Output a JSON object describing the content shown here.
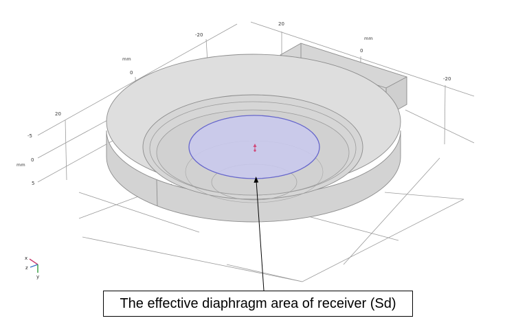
{
  "axis_ticks": {
    "x_top": [
      "-20",
      "20"
    ],
    "y_right": [
      "0",
      "-20"
    ],
    "z_left": [
      "0",
      "20"
    ],
    "vertical": [
      "-5",
      "0",
      "5"
    ]
  },
  "units": {
    "top_right": "mm",
    "top_left": "mm",
    "left": "mm"
  },
  "triad": {
    "x": "x",
    "y": "y",
    "z": "z"
  },
  "annotation": {
    "text": "The effective diaphragm area of receiver (Sd)"
  },
  "colors": {
    "body_fill": "#d9d9d9",
    "diaphragm_fill": "#c9c9ee",
    "diaphragm_stroke": "#6666cc",
    "marker": "#d04a7a",
    "x_axis": "#c8366b",
    "y_axis": "#2e9a3a",
    "z_axis": "#3a73c8"
  }
}
